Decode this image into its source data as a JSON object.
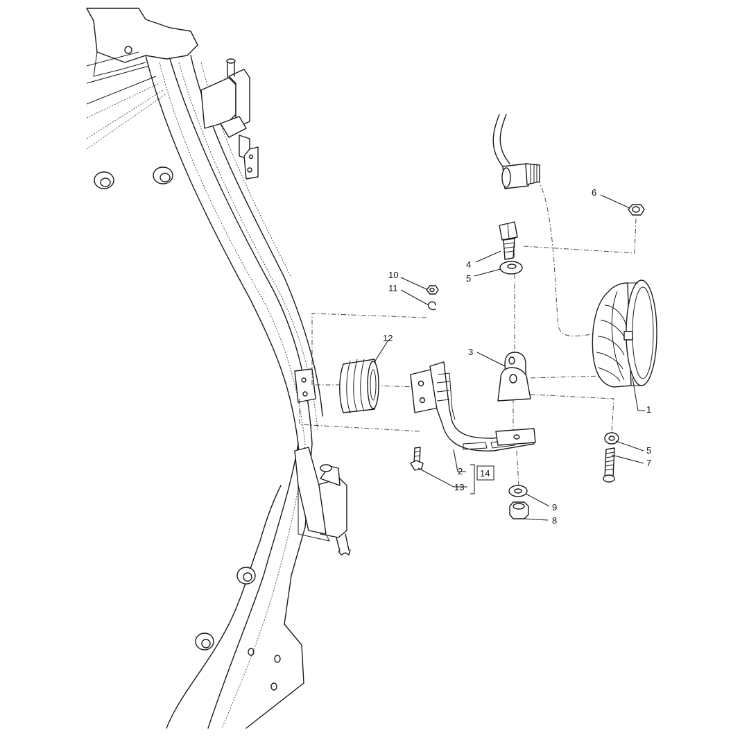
{
  "callouts": [
    {
      "id": "c1",
      "text": "1"
    },
    {
      "id": "c2",
      "text": "2"
    },
    {
      "id": "c3",
      "text": "3"
    },
    {
      "id": "c4",
      "text": "4"
    },
    {
      "id": "c5a",
      "text": "5"
    },
    {
      "id": "c5b",
      "text": "5"
    },
    {
      "id": "c6",
      "text": "6"
    },
    {
      "id": "c7",
      "text": "7"
    },
    {
      "id": "c8",
      "text": "8"
    },
    {
      "id": "c9",
      "text": "9"
    },
    {
      "id": "c10",
      "text": "10"
    },
    {
      "id": "c11",
      "text": "11"
    },
    {
      "id": "c12",
      "text": "12"
    },
    {
      "id": "c13",
      "text": "13"
    },
    {
      "id": "c14",
      "text": "14"
    }
  ]
}
